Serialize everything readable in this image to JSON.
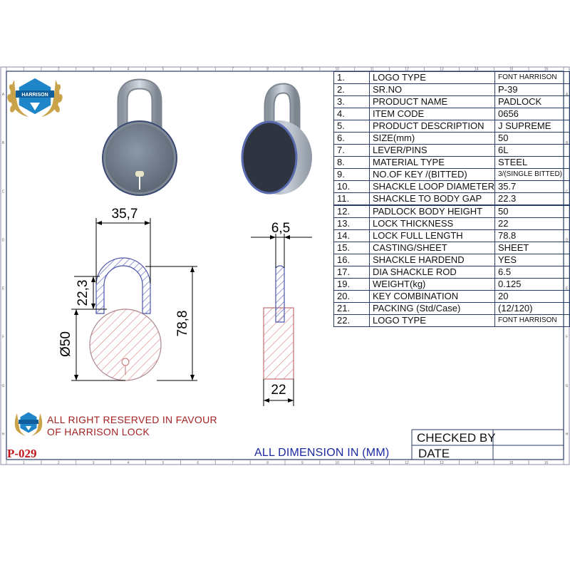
{
  "brand": {
    "logo_text": "HARRISON"
  },
  "spec_table": [
    {
      "no": "1.",
      "label": "LOGO TYPE",
      "value": "FONT HARRISON",
      "small": true
    },
    {
      "no": "2.",
      "label": "SR.NO",
      "value": "P-39"
    },
    {
      "no": "3.",
      "label": "PRODUCT NAME",
      "value": "PADLOCK"
    },
    {
      "no": "4.",
      "label": "ITEM CODE",
      "value": "0656"
    },
    {
      "no": "5.",
      "label": "PRODUCT DESCRIPTION",
      "value": "J SUPREME"
    },
    {
      "no": "6.",
      "label": "SIZE(mm)",
      "value": "50"
    },
    {
      "no": "7.",
      "label": "LEVER/PINS",
      "value": "6L"
    },
    {
      "no": "8.",
      "label": "MATERIAL TYPE",
      "value": "STEEL"
    },
    {
      "no": "9.",
      "label": "NO.OF KEY /(BITTED)",
      "value": "3/(SINGLE BITTED)",
      "small": true
    },
    {
      "no": "10.",
      "label": "SHACKLE LOOP DIAMETER",
      "value": "35.7"
    },
    {
      "no": "11.",
      "label": "SHACKLE TO BODY GAP",
      "value": "22.3"
    },
    {
      "no": "12.",
      "label": "PADLOCK BODY  HEIGHT",
      "value": "50",
      "thick": true
    },
    {
      "no": "13.",
      "label": "LOCK THICKNESS",
      "value": "22"
    },
    {
      "no": "14.",
      "label": "LOCK FULL LENGTH",
      "value": "78.8"
    },
    {
      "no": "15.",
      "label": "CASTING/SHEET",
      "value": "SHEET"
    },
    {
      "no": "16.",
      "label": "SHACKLE HARDEND",
      "value": "YES"
    },
    {
      "no": "17.",
      "label": "DIA SHACKLE ROD",
      "value": "6.5"
    },
    {
      "no": "19.",
      "label": "WEIGHT(kg)",
      "value": "0.125"
    },
    {
      "no": "20.",
      "label": "KEY COMBINATION",
      "value": "20"
    },
    {
      "no": "21.",
      "label": "PACKING (Std/Case)",
      "value": "(12/120)"
    },
    {
      "no": "22.",
      "label": "LOGO TYPE",
      "value": "FONT HARRISON",
      "small": true
    }
  ],
  "dimensions": {
    "shackle_width": "35,7",
    "gap": "22,3",
    "full_length": "78,8",
    "body_dia": "Ø50",
    "rod_dia": "6,5",
    "thickness": "22"
  },
  "notes": {
    "rights_line1": "ALL  RIGHT RESERVED IN FAVOUR",
    "rights_line2": "OF HARRISON LOCK",
    "sheet_code": "P-029",
    "units": "ALL DIMENSION IN (MM)",
    "checked_by": "CHECKED BY",
    "date": "DATE"
  },
  "ruler_numbers": [
    "1",
    "2",
    "3",
    "4",
    "5",
    "6",
    "7",
    "8",
    "9",
    "10",
    "11",
    "12",
    "13",
    "14",
    "15",
    "16"
  ],
  "ruler_letters": [
    "A",
    "B",
    "C",
    "D",
    "E",
    "F",
    "G",
    "H"
  ],
  "colors": {
    "border": "#2a3a66",
    "hatch_red": "#d88a8a",
    "hatch_blue": "#6f78c4",
    "brand_red": "#c0161c",
    "brand_blue": "#1c2aa0"
  }
}
